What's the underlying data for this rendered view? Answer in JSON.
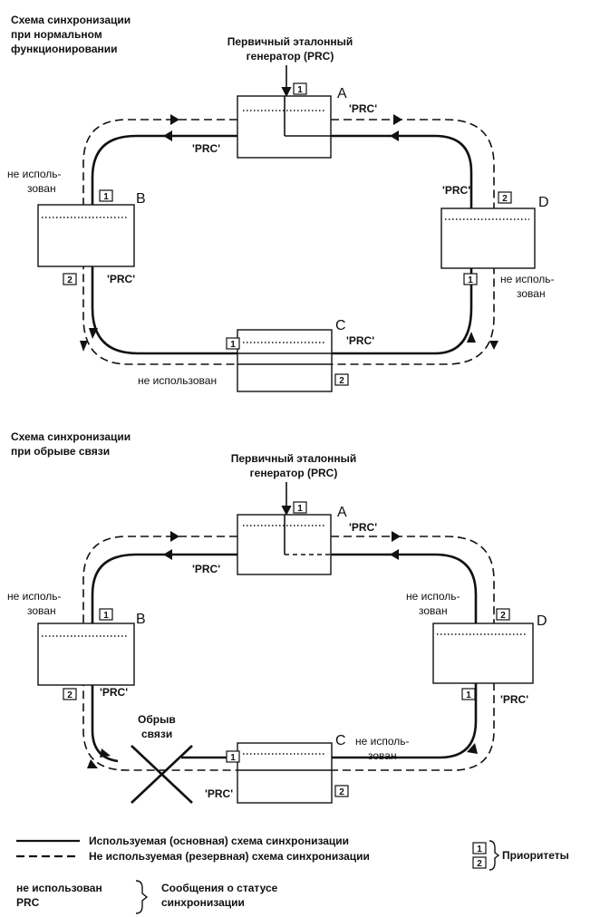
{
  "diagram1": {
    "title": [
      "Схема синхронизации",
      "при нормальном",
      "функционировании"
    ],
    "prc_label": [
      "Первичный эталонный",
      "генератор (PRC)"
    ],
    "node_a": "A",
    "node_b": "B",
    "node_c": "C",
    "node_d": "D",
    "msg_prc": "'PRC'",
    "msg_not_used_b": [
      "не исполь-",
      "зован"
    ],
    "msg_not_used_d": [
      "не исполь-",
      "зован"
    ],
    "msg_not_used_c": "не использован",
    "p1": "1",
    "p2": "2"
  },
  "diagram2": {
    "title": [
      "Схема синхронизации",
      "при обрыве связи"
    ],
    "prc_label": [
      "Первичный эталонный",
      "генератор (PRC)"
    ],
    "node_a": "A",
    "node_b": "B",
    "node_c": "C",
    "node_d": "D",
    "msg_prc": "'PRC'",
    "msg_not_used_b": [
      "не исполь-",
      "зован"
    ],
    "msg_not_used_d": [
      "не исполь-",
      "зован"
    ],
    "msg_not_used_c": [
      "не исполь-",
      "зован"
    ],
    "break_label": [
      "Обрыв",
      "связи"
    ],
    "p1": "1",
    "p2": "2"
  },
  "legend": {
    "solid_text": "Используемая (основная) схема синхронизации",
    "dashed_text": "Не используемая (резервная) схема синхронизации",
    "priorities_label": "Приоритеты",
    "status_left": [
      "не использован",
      "PRC"
    ],
    "status_right": [
      "Сообщения о статусе",
      "синхронизации"
    ],
    "p1": "1",
    "p2": "2"
  }
}
